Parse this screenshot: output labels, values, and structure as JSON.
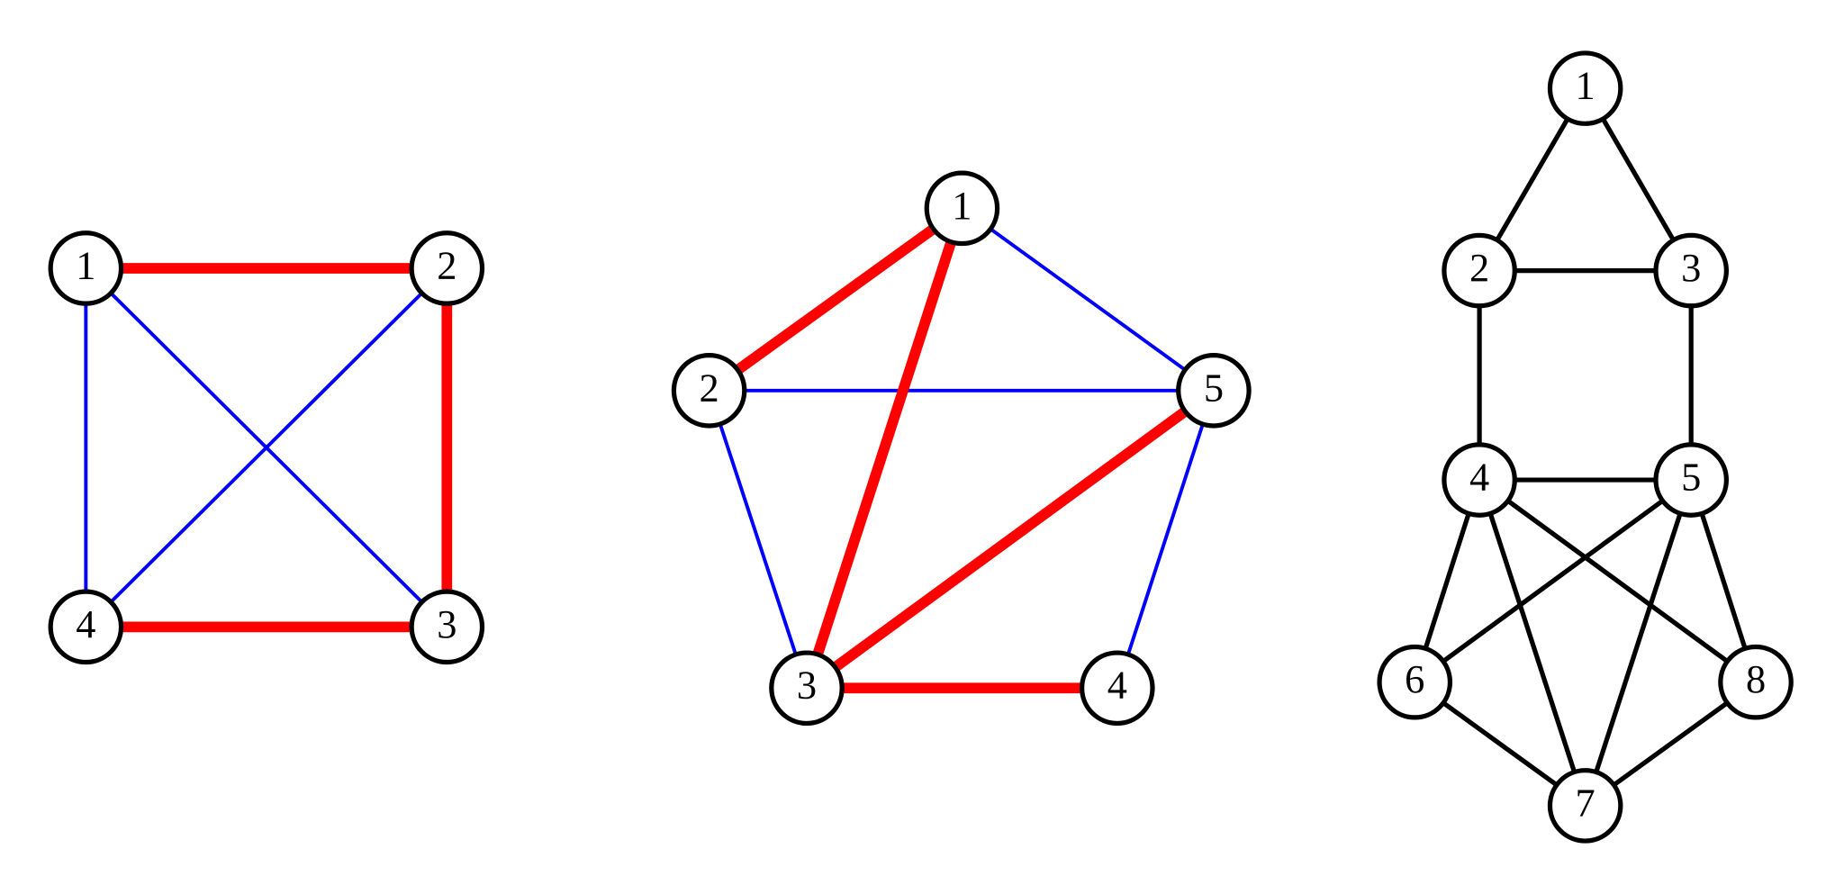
{
  "colors": {
    "highlight": "#ff0000",
    "thin": "#0000ff",
    "plain": "#000000",
    "node_stroke": "#000000",
    "node_fill": "#ffffff"
  },
  "graphs": [
    {
      "name": "k4-graph",
      "nodes": [
        "1",
        "2",
        "3",
        "4"
      ],
      "edges": [
        {
          "from": "1",
          "to": "4",
          "style": "thin"
        },
        {
          "from": "1",
          "to": "3",
          "style": "thin"
        },
        {
          "from": "2",
          "to": "4",
          "style": "thin"
        },
        {
          "from": "1",
          "to": "2",
          "style": "highlight"
        },
        {
          "from": "2",
          "to": "3",
          "style": "highlight"
        },
        {
          "from": "4",
          "to": "3",
          "style": "highlight"
        }
      ]
    },
    {
      "name": "pentagon-graph",
      "nodes": [
        "1",
        "2",
        "3",
        "4",
        "5"
      ],
      "edges": [
        {
          "from": "1",
          "to": "5",
          "style": "thin"
        },
        {
          "from": "2",
          "to": "5",
          "style": "thin"
        },
        {
          "from": "2",
          "to": "3",
          "style": "thin"
        },
        {
          "from": "5",
          "to": "4",
          "style": "thin"
        },
        {
          "from": "1",
          "to": "2",
          "style": "highlight"
        },
        {
          "from": "1",
          "to": "3",
          "style": "highlight"
        },
        {
          "from": "3",
          "to": "5",
          "style": "highlight"
        },
        {
          "from": "3",
          "to": "4",
          "style": "highlight"
        }
      ]
    },
    {
      "name": "eight-node-graph",
      "nodes": [
        "1",
        "2",
        "3",
        "4",
        "5",
        "6",
        "7",
        "8"
      ],
      "edges": [
        {
          "from": "1",
          "to": "2",
          "style": "plain"
        },
        {
          "from": "1",
          "to": "3",
          "style": "plain"
        },
        {
          "from": "2",
          "to": "3",
          "style": "plain"
        },
        {
          "from": "2",
          "to": "4",
          "style": "plain"
        },
        {
          "from": "3",
          "to": "5",
          "style": "plain"
        },
        {
          "from": "4",
          "to": "5",
          "style": "plain"
        },
        {
          "from": "4",
          "to": "6",
          "style": "plain"
        },
        {
          "from": "4",
          "to": "7",
          "style": "plain"
        },
        {
          "from": "4",
          "to": "8",
          "style": "plain"
        },
        {
          "from": "5",
          "to": "6",
          "style": "plain"
        },
        {
          "from": "5",
          "to": "7",
          "style": "plain"
        },
        {
          "from": "5",
          "to": "8",
          "style": "plain"
        },
        {
          "from": "6",
          "to": "7",
          "style": "plain"
        },
        {
          "from": "8",
          "to": "7",
          "style": "plain"
        }
      ]
    }
  ]
}
